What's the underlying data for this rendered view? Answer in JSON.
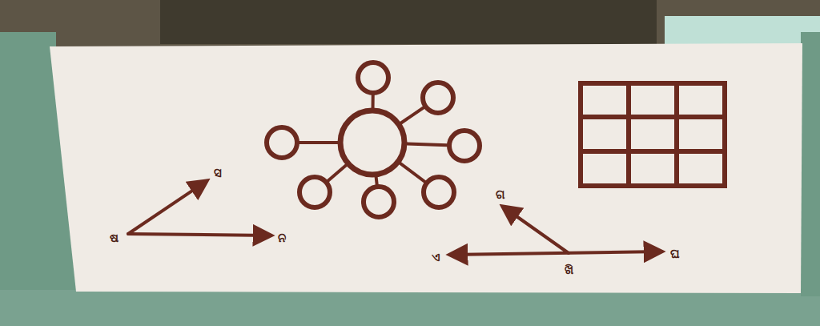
{
  "diagram": {
    "labels": [
      "ଷ",
      "ସ",
      "ନ",
      "ଗ",
      "ଏ",
      "ଘ",
      "ଖି"
    ]
  }
}
